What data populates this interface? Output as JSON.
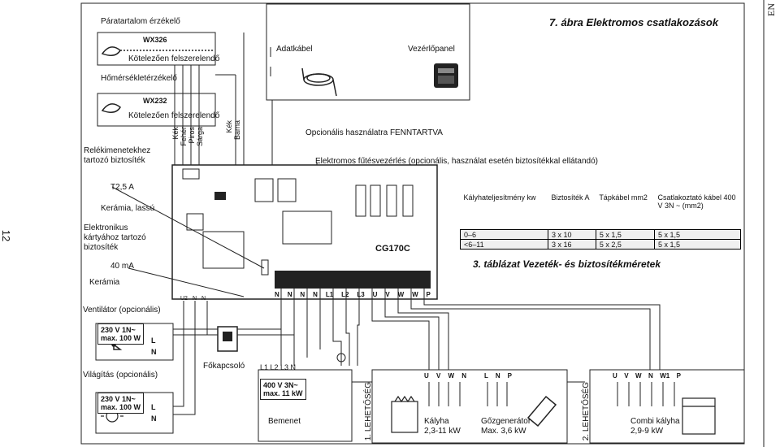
{
  "page": {
    "edge_tab": "EN",
    "page_number": "12",
    "figure_title": "7. ábra Elektromos csatlakozások"
  },
  "sensors": {
    "humidity_sensor": "Páratartalom érzékelő",
    "model_1": "WX326",
    "mandatory_1": "Kötelezően felszerelendő",
    "temperature_sensor": "Hőmérsékletérzékelő",
    "model_2": "WX232",
    "mandatory_2": "Kötelezően felszerelendő",
    "wire_colors_1": [
      "Sárga",
      "Piros",
      "Fehér",
      "Kék"
    ],
    "wire_colors_2": [
      "Barna",
      "Kék"
    ]
  },
  "top": {
    "data_cable": "Adatkábel",
    "control_panel": "Vezérlőpanel",
    "optional_reserve": "Opcionális használatra FENNTARTVA",
    "electric_heating_control": "Elektromos fűtésvezérlés (opcionális, használat esetén biztosítékkal ellátandó)"
  },
  "left_labels": {
    "relay_fuse": "Relékimenetekhez tartozó biztosíték",
    "relay_fuse_rating": "T2,5 A",
    "ceramic_slow": "Kerámia, lassú",
    "electronics_fuse": "Elektronikus kártyához tartozó biztosíték",
    "fuse_40ma": "40 mA",
    "ceramic": "Kerámia",
    "fan": "Ventilátor (opcionális)",
    "fan_rating": "230 V 1N~\nmax. 100 W",
    "main_switch": "Főkapcsoló",
    "lighting": "Világítás (opcionális)",
    "light_rating": "230 V 1N~\nmax. 100 W"
  },
  "board": {
    "model": "CG170C",
    "top_header": [
      "N",
      "N",
      "N",
      "N",
      "L1",
      "L2",
      "L3",
      "U",
      "V",
      "W",
      "W",
      "P"
    ],
    "small_terms": [
      "U2",
      "N",
      "N"
    ]
  },
  "table3": {
    "caption": "3. táblázat Vezeték- és biztosítékméretek",
    "headers": [
      "Kályhateljesítmény kw",
      "Biztosíték A",
      "Tápkábel mm2",
      "Csatlakoztató kábel 400 V 3N ~ (mm2)"
    ],
    "rows": [
      [
        "0–6",
        "3 x 10",
        "5 x 1,5",
        "5 x 1,5"
      ],
      [
        "<6–11",
        "3 x 16",
        "5 x 2,5",
        "5 x 1,5"
      ]
    ]
  },
  "bottom": {
    "input_terms": "L1 L2 L3 N",
    "input_rating": "400 V 3N~\nmax. 11 kW",
    "input_label": "Bemenet",
    "option1": "1. LEHETŐSÉG",
    "option2": "2. LEHETŐSÉG",
    "heater_terms": [
      "U",
      "V",
      "W",
      "N"
    ],
    "steam_terms": [
      "L",
      "N",
      "P"
    ],
    "combi_terms": [
      "U",
      "V",
      "W",
      "N",
      "W1",
      "P"
    ],
    "heater": "Kályha\n2,3-11 kW",
    "steam": "Gőzgenerátor\nMax. 3,6 kW",
    "combi": "Combi kályha\n2,9-9 kW",
    "fan_terms": [
      "L",
      "N"
    ],
    "light_terms": [
      "L",
      "N"
    ]
  },
  "colors": {
    "line": "#222222",
    "panel_bg": "#ffffff",
    "shade": "#d8d8d8"
  }
}
